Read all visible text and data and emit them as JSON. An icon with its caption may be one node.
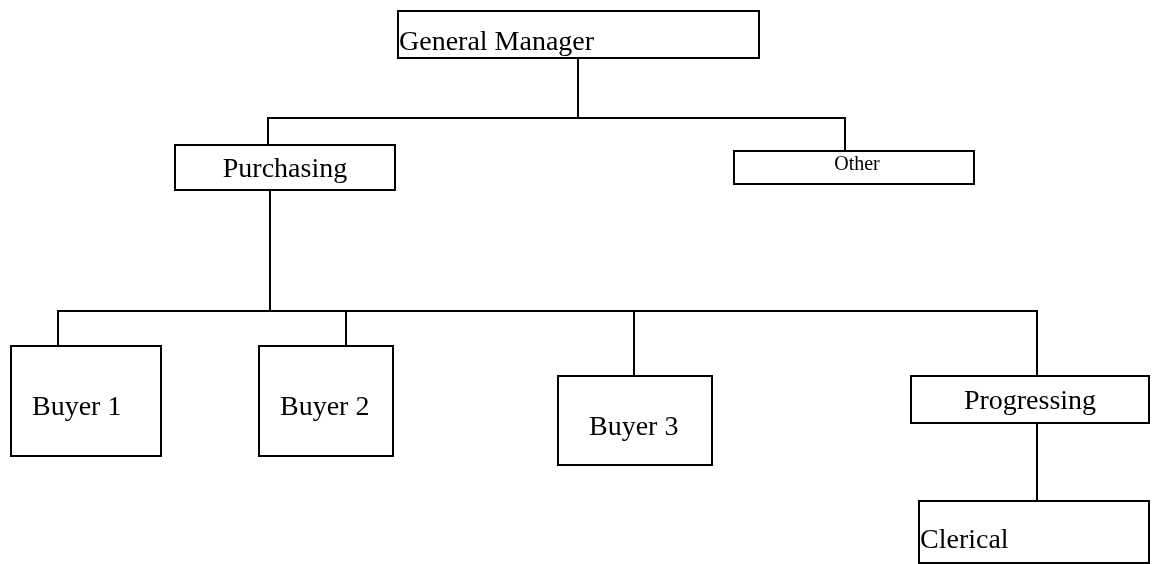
{
  "diagram": {
    "nodes": [
      {
        "text": [
          "General Manager"
        ]
      },
      {
        "text": [
          "Purchasing"
        ]
      },
      {
        "text": [
          "Other"
        ]
      },
      {
        "text": [
          "Buyer 1"
        ]
      },
      {
        "text": [
          "Buyer 2"
        ]
      },
      {
        "text": [
          "Buyer 3"
        ]
      },
      {
        "text": [
          "Progressing"
        ]
      },
      {
        "text": [
          "Clerical"
        ]
      }
    ],
    "edges": [
      {
        "from": 0,
        "to": 1,
        "arrow": "none"
      },
      {
        "from": 0,
        "to": 2,
        "arrow": "none"
      },
      {
        "from": 1,
        "to": 3,
        "arrow": "none"
      },
      {
        "from": 1,
        "to": 4,
        "arrow": "none"
      },
      {
        "from": 1,
        "to": 5,
        "arrow": "none"
      },
      {
        "from": 1,
        "to": 6,
        "arrow": "none"
      },
      {
        "from": 6,
        "to": 7,
        "arrow": "none"
      }
    ]
  }
}
